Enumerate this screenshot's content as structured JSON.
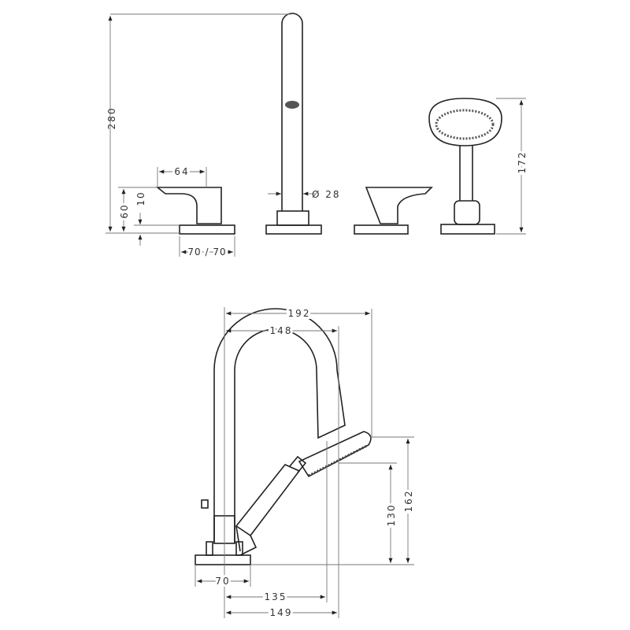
{
  "top_view": {
    "height_total": "280",
    "lever_length": "64",
    "handle_height": "60",
    "plate_height": "10",
    "plate_size": "70 / 70",
    "spout_diameter": "Ø 28",
    "hand_shower_height": "172"
  },
  "side_view": {
    "width_total": "192",
    "spout_reach": "148",
    "shower_height_low": "130",
    "shower_height_high": "162",
    "base_width": "70",
    "reach_135": "135",
    "reach_149": "149"
  }
}
